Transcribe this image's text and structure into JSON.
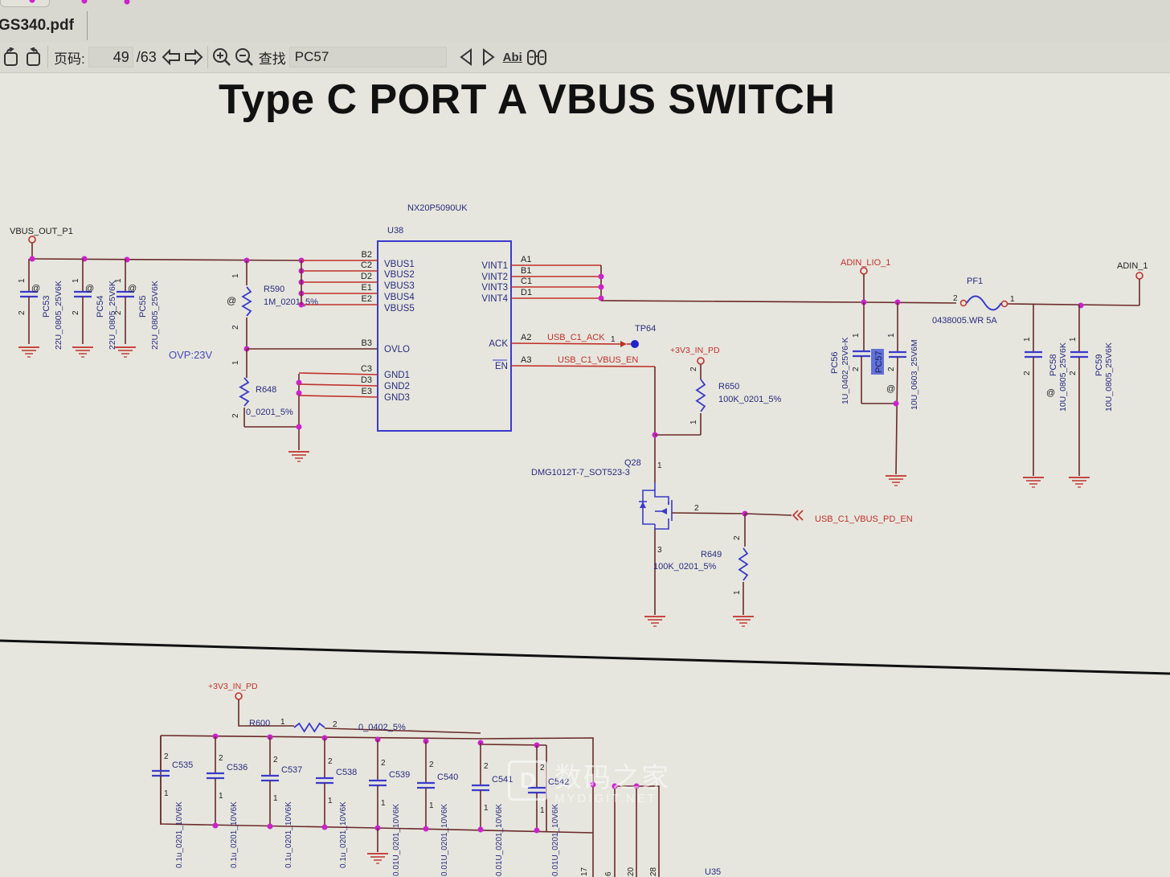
{
  "window": {
    "tab_title": "GS340.pdf"
  },
  "toolbar": {
    "rotate_left_icon": "rotate-ccw-icon",
    "rotate_right_icon": "rotate-cw-icon",
    "page_label": "页码:",
    "page_current": "49",
    "page_total": "/63",
    "prev_page_icon": "arrow-left-icon",
    "next_page_icon": "arrow-right-icon",
    "zoom_in_icon": "zoom-in-icon",
    "zoom_out_icon": "zoom-out-icon",
    "find_label": "查找",
    "search_value": "PC57",
    "find_prev_icon": "triangle-left-icon",
    "find_next_icon": "triangle-right-icon",
    "match_case_label": "Abi",
    "find_all_icon": "binoculars-icon"
  },
  "document": {
    "page_title": "Type C PORT A VBUS SWITCH",
    "ic_main": {
      "part": "NX20P5090UK",
      "ref": "U38",
      "left_pins": [
        {
          "ball": "B2",
          "name": "VBUS1"
        },
        {
          "ball": "C2",
          "name": "VBUS2"
        },
        {
          "ball": "D2",
          "name": "VBUS3"
        },
        {
          "ball": "E1",
          "name": "VBUS4"
        },
        {
          "ball": "E2",
          "name": "VBUS5"
        },
        {
          "ball": "B3",
          "name": "OVLO"
        },
        {
          "ball": "C3",
          "name": "GND1"
        },
        {
          "ball": "D3",
          "name": "GND2"
        },
        {
          "ball": "E3",
          "name": "GND3"
        }
      ],
      "right_pins": [
        {
          "ball": "A1",
          "name": "VINT1"
        },
        {
          "ball": "B1",
          "name": "VINT2"
        },
        {
          "ball": "C1",
          "name": "VINT3"
        },
        {
          "ball": "D1",
          "name": "VINT4"
        },
        {
          "ball": "A2",
          "name": "ACK"
        },
        {
          "ball": "A3",
          "name": "EN"
        }
      ]
    },
    "nets": {
      "vbus_out": "VBUS_OUT_P1",
      "ack": "USB_C1_ACK",
      "vbus_en": "USB_C1_VBUS_EN",
      "pd_en": "USB_C1_VBUS_PD_EN",
      "adin_lio": "ADIN_LIO_1",
      "adin": "ADIN_1",
      "v3v3": "+3V3_IN_PD",
      "v3v3_bottom": "+3V3_IN_PD"
    },
    "annotation_ovp": "OVP:23V",
    "testpoint": {
      "ref": "TP64",
      "pin": "1"
    },
    "input_caps": [
      {
        "ref": "PC53",
        "value": "22U_0805_25V6K",
        "mark": "@"
      },
      {
        "ref": "PC54",
        "value": "22U_0805_25V6K",
        "mark": "@"
      },
      {
        "ref": "PC55",
        "value": "22U_0805_25V6K",
        "mark": "@"
      }
    ],
    "resistors": {
      "r590": {
        "ref": "R590",
        "value": "1M_0201_5%",
        "mark": "@"
      },
      "r648": {
        "ref": "R648",
        "value": "0_0201_5%"
      },
      "r650": {
        "ref": "R650",
        "value": "100K_0201_5%"
      },
      "r649": {
        "ref": "R649",
        "value": "100K_0201_5%"
      },
      "r600": {
        "ref": "R600",
        "value": "0_0402_5%"
      }
    },
    "mosfet": {
      "ref": "Q28",
      "part": "DMG1012T-7_SOT523-3"
    },
    "fuse": {
      "ref": "PF1",
      "value": "0438005.WR 5A"
    },
    "output_caps": [
      {
        "ref": "PC56",
        "value": "1U_0402_25V6-K"
      },
      {
        "ref": "PC57",
        "value": "10U_0603_25V6M",
        "mark": "@",
        "highlighted": true
      },
      {
        "ref": "PC58",
        "value": "10U_0805_25V6K",
        "mark": "@"
      },
      {
        "ref": "PC59",
        "value": "10U_0805_25V6K"
      }
    ],
    "decoupling_caps": [
      {
        "ref": "C535",
        "value": "0.1u_0201_10V6K"
      },
      {
        "ref": "C536",
        "value": "0.1u_0201_10V6K"
      },
      {
        "ref": "C537",
        "value": "0.1u_0201_10V6K"
      },
      {
        "ref": "C538",
        "value": "0.1u_0201_10V6K"
      },
      {
        "ref": "C539",
        "value": "0.01U_0201_10V6K"
      },
      {
        "ref": "C540",
        "value": "0.01U_0201_10V6K"
      },
      {
        "ref": "C541",
        "value": "0.01U_0201_10V6K"
      },
      {
        "ref": "C542",
        "value": "0.01U_0201_10V6K"
      }
    ],
    "bottom_ic": {
      "ref": "U35",
      "pins": [
        "17",
        "6",
        "20",
        "28"
      ]
    },
    "colors": {
      "wire": "#6a2a2a",
      "pin_line": "#c0302a",
      "component": "#3a3acc",
      "junction": "#cc22cc",
      "net_label": "#c0302a",
      "text_blue": "#2a2a80",
      "search_highlight": "#4a5cd6"
    }
  },
  "watermark": {
    "logo_letter": "D",
    "text_cn": "数码之家",
    "text_en": "MYDIGIT.NET"
  }
}
